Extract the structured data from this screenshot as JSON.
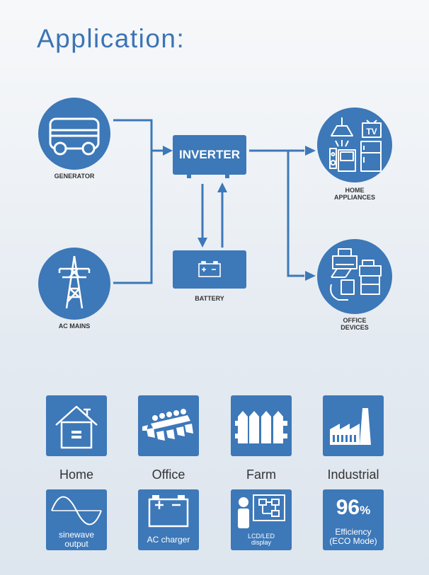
{
  "title": "Application:",
  "diagram": {
    "sources": [
      {
        "label": "GENERATOR",
        "icon": "generator-icon"
      },
      {
        "label": "AC MAINS",
        "icon": "power-tower-icon"
      }
    ],
    "inverter": {
      "label": "INVERTER"
    },
    "battery": {
      "label": "BATTERY",
      "icon": "battery-icon"
    },
    "loads": [
      {
        "label_line1": "HOME",
        "label_line2": "APPLIANCES",
        "icon": "home-appliances-icon",
        "tv_text": "TV"
      },
      {
        "label_line1": "OFFICE",
        "label_line2": "DEVICES",
        "icon": "office-devices-icon"
      }
    ]
  },
  "applications": [
    {
      "label": "Home",
      "icon": "house-icon"
    },
    {
      "label": "Office",
      "icon": "meeting-table-icon"
    },
    {
      "label": "Farm",
      "icon": "fence-icon"
    },
    {
      "label": "Industrial",
      "icon": "factory-icon"
    }
  ],
  "features": {
    "sinewave": {
      "line1": "sinewave",
      "line2": "output"
    },
    "charger": {
      "label": "AC charger"
    },
    "display": {
      "line1": "LCD/LED",
      "line2": "display"
    },
    "efficiency": {
      "value": "96",
      "unit": "%",
      "line1": "Efficiency",
      "line2": "(ECO Mode)"
    }
  },
  "colors": {
    "accent": "#3d78b8",
    "title": "#3b74b5",
    "text": "#333333"
  }
}
